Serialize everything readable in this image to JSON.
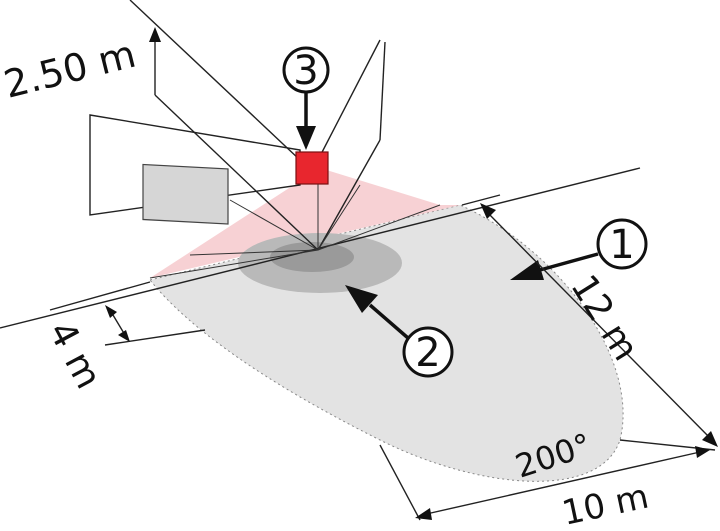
{
  "dimensions": {
    "height": "2.50 m",
    "width_near": "4 m",
    "range": "12 m",
    "width_far": "10 m",
    "angle": "200°"
  },
  "callouts": {
    "c1": "1",
    "c2": "2",
    "c3": "3"
  },
  "colors": {
    "sensor": "#e8262e",
    "cone": "#f6c9cc",
    "field": "#e3e3e3",
    "inner_zone": "#b9b9b9",
    "core_zone": "#9a9a9a",
    "window": "#d6d6d6"
  }
}
